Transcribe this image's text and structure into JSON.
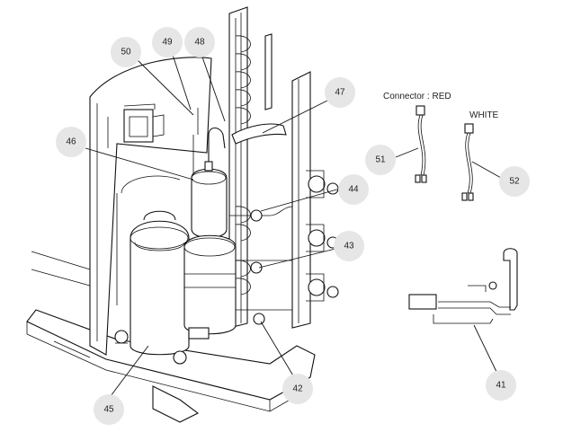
{
  "labels": {
    "connector_red": "Connector : RED",
    "white": "WHITE"
  },
  "callouts": [
    {
      "id": "c50",
      "text": "50"
    },
    {
      "id": "c49",
      "text": "49"
    },
    {
      "id": "c48",
      "text": "48"
    },
    {
      "id": "c47",
      "text": "47"
    },
    {
      "id": "c46",
      "text": "46"
    },
    {
      "id": "c44",
      "text": "44"
    },
    {
      "id": "c43",
      "text": "43"
    },
    {
      "id": "c42",
      "text": "42"
    },
    {
      "id": "c45",
      "text": "45"
    },
    {
      "id": "c51",
      "text": "51"
    },
    {
      "id": "c52",
      "text": "52"
    },
    {
      "id": "c41",
      "text": "41"
    }
  ]
}
